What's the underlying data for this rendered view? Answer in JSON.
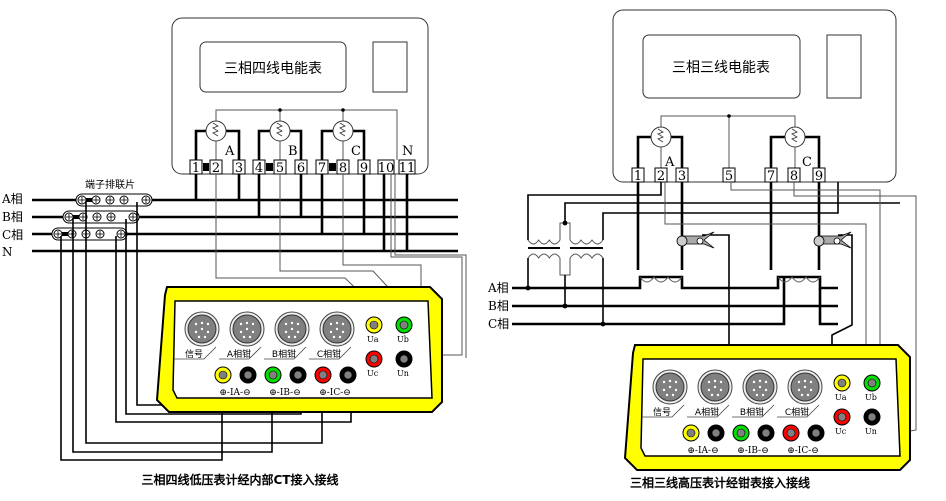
{
  "left": {
    "meter_title": "三相四线电能表",
    "terminals": [
      "1",
      "2",
      "3",
      "4",
      "5",
      "6",
      "7",
      "8",
      "9",
      "10",
      "11"
    ],
    "phase_labels": [
      "A",
      "B",
      "C",
      "N"
    ],
    "line_labels": [
      "A相",
      "B相",
      "C相",
      "N"
    ],
    "terminal_strip_label": "端子排联片",
    "caption": "三相四线低压表计经内部CT接入接线",
    "device": {
      "connectors": [
        "信号",
        "A相钳",
        "B相钳",
        "C相钳"
      ],
      "voltage_jacks": [
        "Ua",
        "Ub",
        "Uc",
        "Un"
      ],
      "current_labels": [
        "⊕-IA-⊖",
        "⊕-IB-⊖",
        "⊕-IC-⊖"
      ]
    }
  },
  "right": {
    "meter_title": "三相三线电能表",
    "terminals": [
      "1",
      "2",
      "3",
      "5",
      "7",
      "8",
      "9"
    ],
    "phase_labels": [
      "A",
      "C"
    ],
    "line_labels": [
      "A相",
      "B相",
      "C相"
    ],
    "caption": "三相三线高压表计经钳表接入接线",
    "device": {
      "connectors": [
        "信号",
        "A相钳",
        "B相钳",
        "C相钳"
      ],
      "voltage_jacks": [
        "Ua",
        "Ub",
        "Uc",
        "Un"
      ],
      "current_labels": [
        "⊕-IA-⊖",
        "⊕-IB-⊖",
        "⊕-IC-⊖"
      ]
    }
  },
  "colors": {
    "device_body": "#ffff00",
    "jack_yellow": "#ffff00",
    "jack_green": "#00dd00",
    "jack_red": "#ff0000",
    "jack_black": "#000000",
    "jack_core": "#808080"
  }
}
